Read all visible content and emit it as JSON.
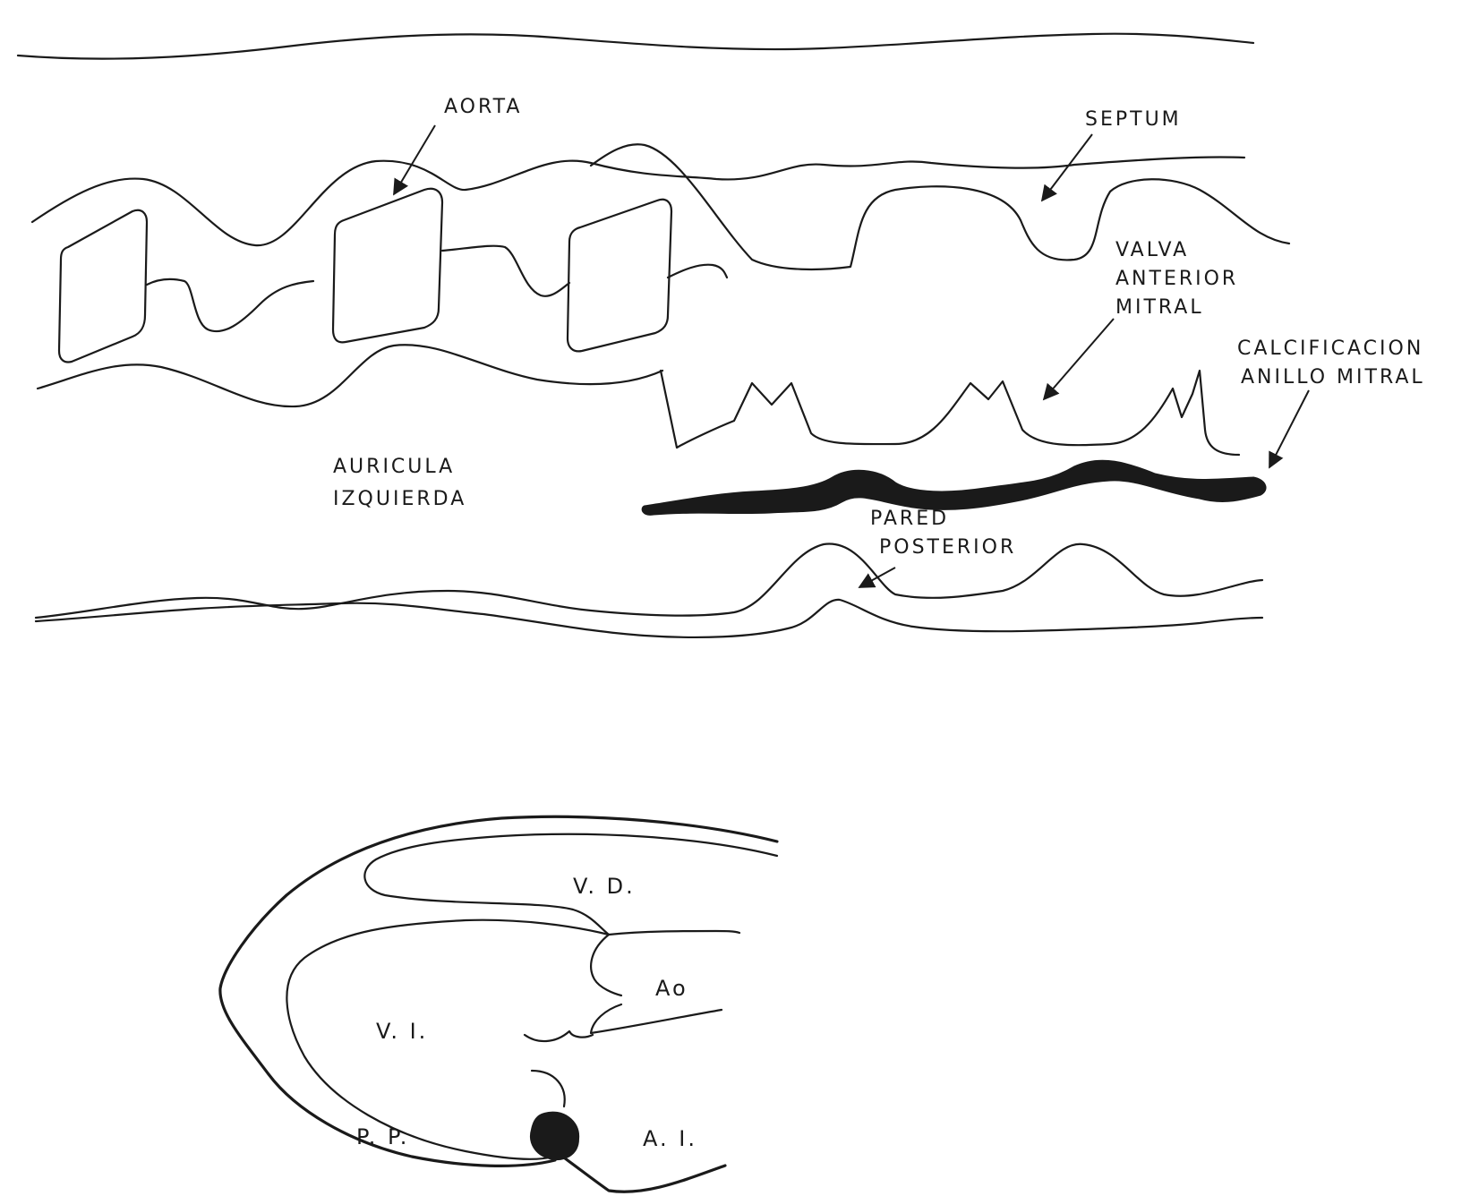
{
  "mmode": {
    "labels": {
      "aorta": "AORTA",
      "septum": "SEPTUM",
      "valva_1": "VALVA",
      "valva_2": "ANTERIOR",
      "valva_3": "MITRAL",
      "calc_1": "CALCIFICACION",
      "calc_2": "ANILLO  MITRAL",
      "auricula_1": "AURICULA",
      "auricula_2": "IZQUIERDA",
      "pared_1": "PARED",
      "pared_2": "POSTERIOR"
    }
  },
  "heart": {
    "labels": {
      "vd": "V. D.",
      "ao": "Ao",
      "vi": "V. I.",
      "pp": "P. P.",
      "ai": "A. I."
    }
  },
  "colors": {
    "ink": "#1a1a1a",
    "background": "#ffffff"
  }
}
